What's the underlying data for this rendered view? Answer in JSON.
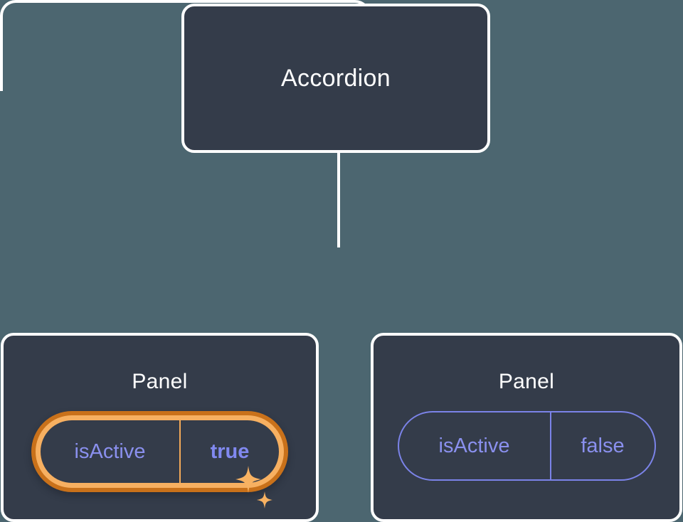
{
  "diagram": {
    "type": "component-tree",
    "background_color": "#4c6670",
    "node_fill_color": "#343c4a",
    "node_border_color": "#ffffff",
    "highlight_color": "#f7b061",
    "highlight_outer_color": "#c9711a",
    "prop_text_color": "#8a90ee",
    "root": {
      "title": "Accordion"
    },
    "children": [
      {
        "title": "Panel",
        "highlighted": true,
        "prop": {
          "key": "isActive",
          "value": "true"
        },
        "sparkle_icons": [
          "sparkle-large-icon",
          "sparkle-small-icon"
        ]
      },
      {
        "title": "Panel",
        "highlighted": false,
        "prop": {
          "key": "isActive",
          "value": "false"
        }
      }
    ]
  }
}
